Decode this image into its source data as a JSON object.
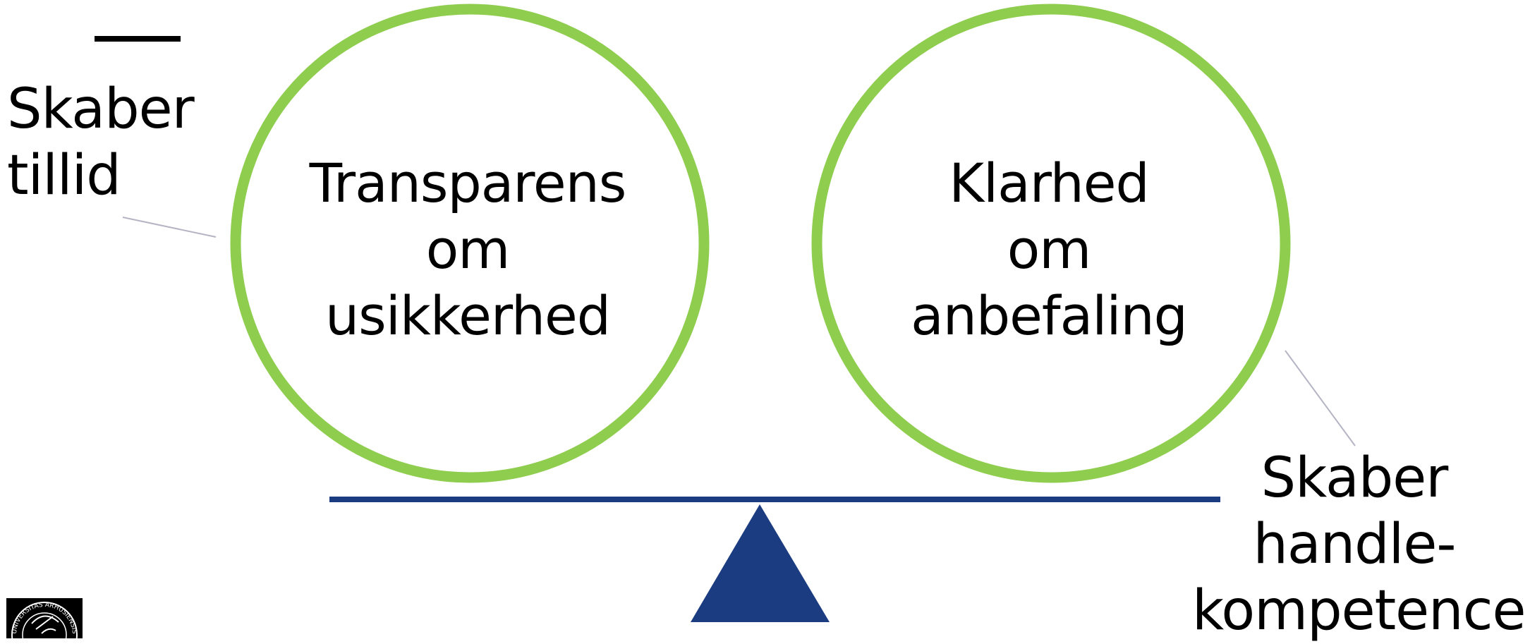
{
  "left_note": {
    "lines": [
      "Skaber",
      "tillid"
    ]
  },
  "right_note": {
    "lines": [
      "Skaber",
      "handle-",
      "kompetence"
    ]
  },
  "left_circle": {
    "lines": [
      "Transparens",
      "om",
      "usikkerhed"
    ]
  },
  "right_circle": {
    "lines": [
      "Klarhed",
      "om",
      "anbefaling"
    ]
  },
  "logo": {
    "text": "UNIVERSITAS ARHUSIENSIS"
  },
  "colors": {
    "circle_stroke": "#8fcd4f",
    "beam": "#1b3c80",
    "fulcrum": "#1b3c80",
    "connector": "#b4b4c4",
    "accent_dash": "#000000"
  }
}
